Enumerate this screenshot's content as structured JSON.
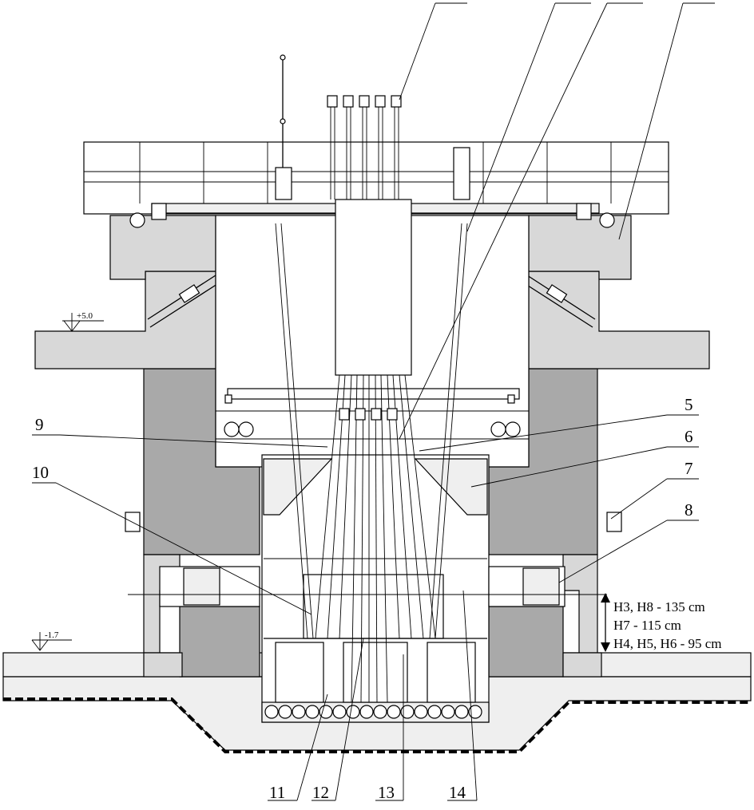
{
  "callouts": [
    {
      "id": "1",
      "text": ""
    },
    {
      "id": "2",
      "text": ""
    },
    {
      "id": "3",
      "text": ""
    },
    {
      "id": "4",
      "text": ""
    },
    {
      "id": "5",
      "text": "5"
    },
    {
      "id": "6",
      "text": "6"
    },
    {
      "id": "7",
      "text": "7"
    },
    {
      "id": "8",
      "text": "8"
    },
    {
      "id": "9",
      "text": "9"
    },
    {
      "id": "10",
      "text": "10"
    },
    {
      "id": "11",
      "text": "11"
    },
    {
      "id": "12",
      "text": "12"
    },
    {
      "id": "13",
      "text": "13"
    },
    {
      "id": "14",
      "text": "14"
    }
  ],
  "elevations": {
    "upper": "+5.0",
    "lower": "-1.7"
  },
  "dimensions": {
    "line1": "H3, H8 - 135 cm",
    "line2": "H7 - 115 cm",
    "line3": "H4, H5, H6 - 95 cm"
  }
}
